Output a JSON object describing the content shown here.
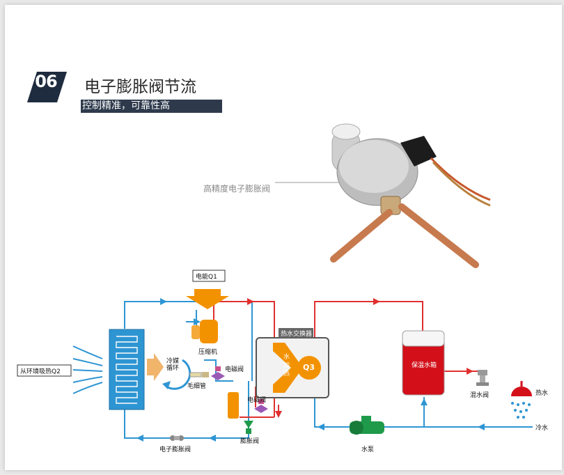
{
  "header": {
    "number": "06",
    "title": "电子膨胀阀节流",
    "subtitle": "控制精准，可靠性高"
  },
  "photo": {
    "label": "高精度电子膨胀阀"
  },
  "diagram": {
    "electric_input": "电能Q1",
    "ambient_heat": "从环境吸热Q2",
    "refrigerant_cycle": "冷媒循环",
    "capillary": "毛细管",
    "compressor": "压缩机",
    "solenoid_valve_1": "电磁阀",
    "solenoid_valve_2": "电磁阀",
    "expansion_valve": "膨胀阀",
    "electronic_expansion_valve": "电子膨胀阀",
    "heat_exchanger_title": "热水交换器",
    "water_heating": "水加热",
    "q3": "Q3",
    "tank": "保温水箱",
    "mixing_valve": "混水阀",
    "hot_water": "热水",
    "cold_water": "冷水",
    "pump": "水泵"
  },
  "colors": {
    "pipe_blue": "#2e95d3",
    "pipe_red": "#e03030",
    "orange": "#f39200",
    "green": "#1f9a4a",
    "tank_red": "#d3101a",
    "badge_navy": "#1f2b3e"
  }
}
